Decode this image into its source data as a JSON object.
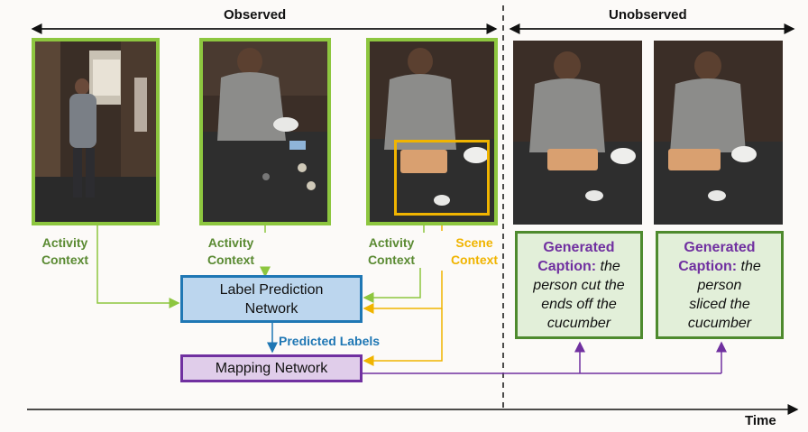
{
  "header": {
    "observed": "Observed",
    "unobserved": "Unobserved",
    "time": "Time"
  },
  "context_labels": {
    "activity_1": [
      "Activity",
      "Context"
    ],
    "activity_2": [
      "Activity",
      "Context"
    ],
    "activity_3": [
      "Activity",
      "Context"
    ],
    "scene": [
      "Scene",
      "Context"
    ]
  },
  "network": {
    "label_prediction": [
      "Label Prediction",
      "Network"
    ],
    "predicted_labels": "Predicted Labels",
    "mapping": "Mapping Network"
  },
  "captions": [
    {
      "head": "Generated",
      "head2": "Caption:",
      "body_inline": "the",
      "lines": [
        "person cut the",
        "ends off the",
        "cucumber"
      ]
    },
    {
      "head": "Generated",
      "head2": "Caption:",
      "body_inline": "the",
      "lines": [
        "person",
        "sliced the",
        "cucumber"
      ]
    }
  ],
  "colors": {
    "activity": "#5a8a32",
    "activity_border": "#8dc63f",
    "scene": "#f0b400",
    "label_net_fill": "#bcd6ee",
    "label_net_border": "#1f77b4",
    "mapping_fill": "#e0cdea",
    "mapping_border": "#7030a0",
    "caption_fill": "#e2efd9",
    "caption_border": "#4e8a2e"
  }
}
